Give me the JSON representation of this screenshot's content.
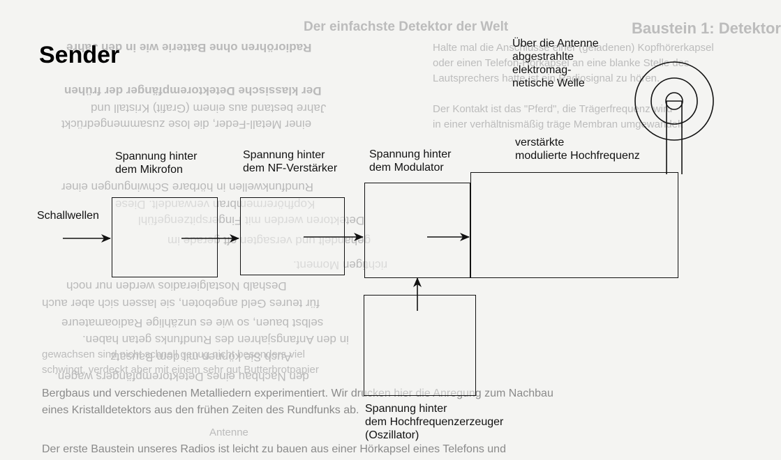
{
  "diagram": {
    "title": "Sender",
    "labels": {
      "input": "Schallwellen",
      "mic": "Spannung hinter\ndem Mikrofon",
      "nf_amp": "Spannung hinter\ndem NF-Verstärker",
      "modulator": "Spannung hinter\ndem Modulator",
      "rf_amp": "verstärkte\nmodulierte Hochfrequenz",
      "oscillator": "Spannung hinter\ndem Hochfrequenzerzeuger\n(Oszillator)",
      "antenna": "Über die Antenne\nabgestrahlte\nelektromag-\nnetische Welle"
    }
  },
  "bleed_through": {
    "mirrored_lines": [
      "Radioröhren ohne Batterie wie in den Jahre",
      "Der klassische Detektorempfänger der frühen",
      "Jahre bestand aus einem (Grafit) Kristall und",
      "einer Metall-Feder, die lose zusammengedrückt",
      "Rundfunkwellen in hörbare Schwingungen einer",
      "Kopfhörermembran verwandelt. Diese",
      "Detektoren werden mit Fingerspitzengefühl",
      "gehandelt und versagten oft gerade im",
      "richtigen Moment.",
      "Deshalb Nostalgieradios werden nur noch",
      "für teures Geld angeboten, sie lassen sich aber auch",
      "selbst bauen, so wie es unzählige Radioamateure",
      "in den Anfangsjahren des Rundfunks getan haben.",
      "Auch Sie können mit dem Bausatz",
      "den Nachbau eines Detektorempfängers wagen.",
      "Bergbaus und verschiedenen Metalliedern experimentiert. Wir drucken hier die Anregung zum Nachbau",
      "eines Kristalldetektors aus den frühen Zeiten des Rundfunks ab."
    ],
    "plain_lines": [
      "Baustein 1: Detektor",
      "Der einfachste Detektor der Welt",
      "Halte mal die Anschlüsse einer (geladenen) Kopfhörerkapsel",
      "oder einen Telefon-Hörkapsel an eine blanke Stelle des",
      "Lautsprechers hatte ist ein Radiosignal zu hören.",
      "Der Kontakt ist das \"Pferd\", die Trägerfrequenz wird",
      "in einer verhältnismäßig träge Membran umgewandelt",
      "gewachsen sind nicht schnell genug nicht besonders viel",
      "schwingt, verdeckt aber mit einem sehr gut Butterbrotpapier",
      "Der erste Baustein unseres Radios ist leicht zu bauen aus einer Hörkapsel eines Telefons und",
      "Antenne"
    ]
  }
}
